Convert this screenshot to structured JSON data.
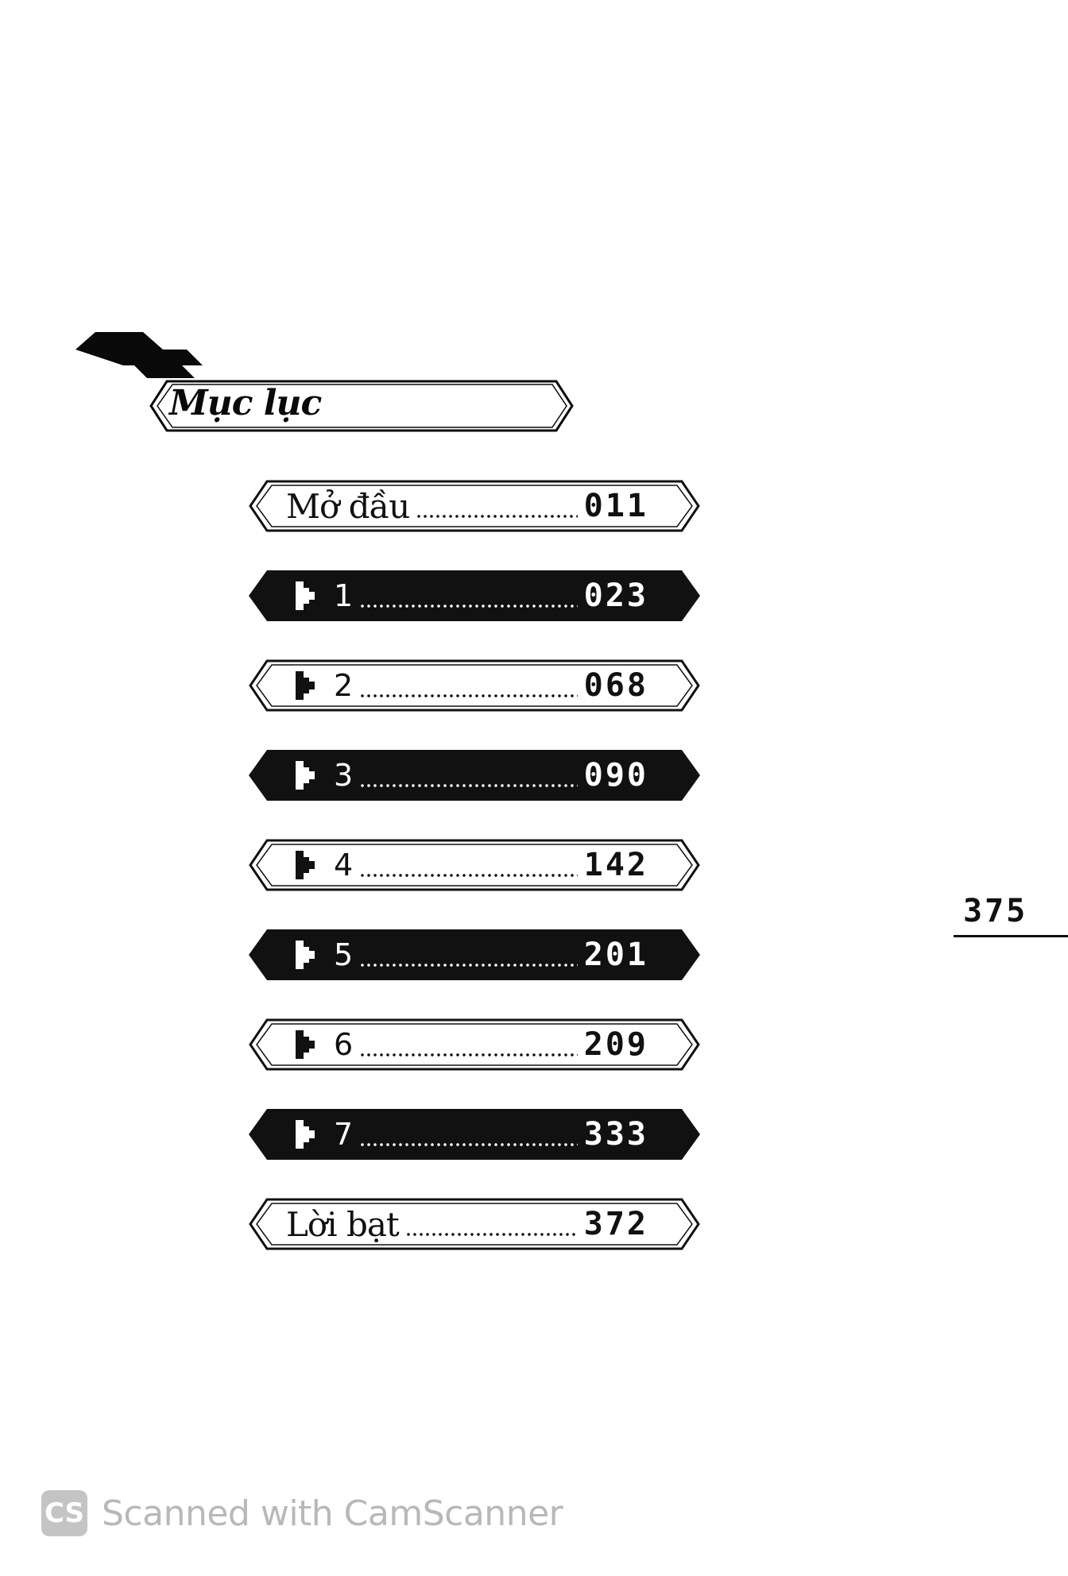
{
  "header": {
    "title": "Mục lục"
  },
  "toc": [
    {
      "style": "light",
      "label": "Mở đầu",
      "icon": false,
      "page": "011"
    },
    {
      "style": "dark",
      "label": "1",
      "icon": true,
      "page": "023"
    },
    {
      "style": "light",
      "label": "2",
      "icon": true,
      "page": "068"
    },
    {
      "style": "dark",
      "label": "3",
      "icon": true,
      "page": "090"
    },
    {
      "style": "light",
      "label": "4",
      "icon": true,
      "page": "142"
    },
    {
      "style": "dark",
      "label": "5",
      "icon": true,
      "page": "201"
    },
    {
      "style": "light",
      "label": "6",
      "icon": true,
      "page": "209"
    },
    {
      "style": "dark",
      "label": "7",
      "icon": true,
      "page": "333"
    },
    {
      "style": "light",
      "label": "Lời bạt",
      "icon": false,
      "page": "372"
    }
  ],
  "footer": {
    "page_number": "375"
  },
  "watermark": {
    "logo_text": "CS",
    "text": "Scanned with CamScanner"
  },
  "colors": {
    "ink": "#111111",
    "paper": "#ffffff",
    "watermark": "#bdbdbd"
  }
}
